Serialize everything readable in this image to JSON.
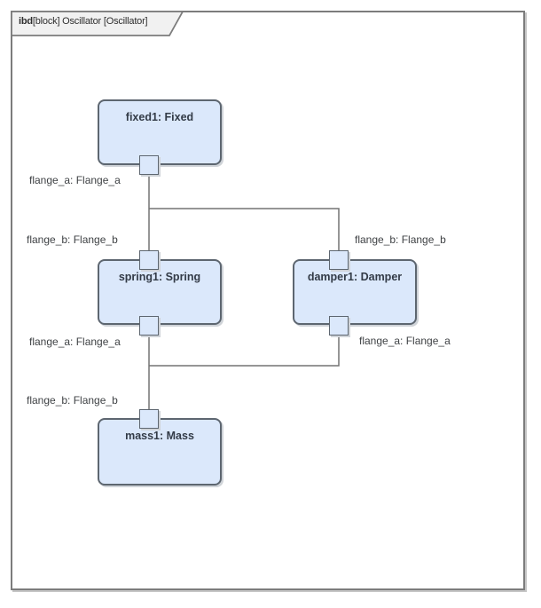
{
  "frame": {
    "keyword": "ibd",
    "title": "[block] Oscillator [Oscillator]"
  },
  "colors": {
    "block_fill": "#dbe8fb",
    "block_border": "#5d6670",
    "connector": "#747474",
    "frame_border": "#7c7c7c",
    "tab_fill": "#f1f1f1",
    "title_text": "#333b47",
    "label_text": "#3f4245"
  },
  "blocks": [
    {
      "name": "fixed1",
      "label": "fixed1: Fixed"
    },
    {
      "name": "spring1",
      "label": "spring1: Spring"
    },
    {
      "name": "damper1",
      "label": "damper1: Damper"
    },
    {
      "name": "mass1",
      "label": "mass1: Mass"
    }
  ],
  "port_labels": [
    {
      "port": "fixed1.flange_a",
      "text": "flange_a: Flange_a"
    },
    {
      "port": "spring1.flange_b",
      "text": "flange_b: Flange_b"
    },
    {
      "port": "damper1.flange_b",
      "text": "flange_b: Flange_b"
    },
    {
      "port": "spring1.flange_a",
      "text": "flange_a: Flange_a"
    },
    {
      "port": "damper1.flange_a",
      "text": "flange_a: Flange_a"
    },
    {
      "port": "mass1.flange_b",
      "text": "flange_b: Flange_b"
    }
  ]
}
